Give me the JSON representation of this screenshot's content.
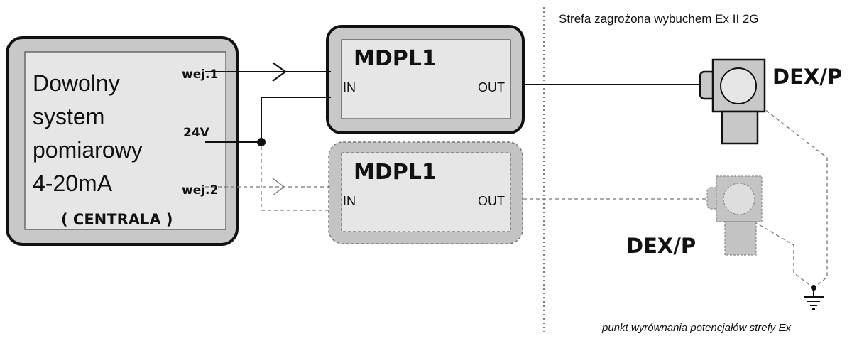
{
  "zone": {
    "title": "Strefa zagrożona wybuchem  Ex II 2G",
    "equipotential_note": "punkt wyrównania potencjałów strefy Ex"
  },
  "central": {
    "lines": [
      "Dowolny",
      "system",
      "pomiarowy",
      "4-20mA"
    ],
    "subtitle": "( CENTRALA )",
    "port_in1": "wej.1",
    "port_24v": "24V",
    "port_in2": "wej.2"
  },
  "mdpl_main": {
    "name": "MDPL1",
    "in": "IN",
    "out": "OUT"
  },
  "mdpl_opt": {
    "name": "MDPL1",
    "in": "IN",
    "out": "OUT"
  },
  "dex_main": {
    "name": "DEX/P"
  },
  "dex_opt": {
    "name": "DEX/P"
  },
  "colors": {
    "box_fill": "#c8c8c8",
    "inner_fill": "#e6e6e6",
    "line": "#111111",
    "dashed": "#666666",
    "ghost_fill": "#c4c4c4"
  }
}
